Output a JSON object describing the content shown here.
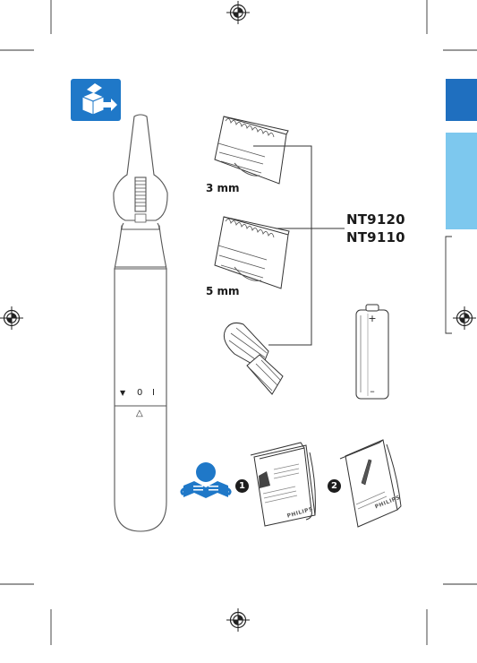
{
  "labels": {
    "comb_small": "3 mm",
    "comb_large": "5 mm",
    "model_1": "NT9120",
    "model_2": "NT9110"
  },
  "switch": {
    "arrow": "▼",
    "off": "0",
    "on": "I",
    "triangle": "△"
  },
  "booklets": {
    "step_1": "1",
    "step_2": "2",
    "brand": "PHILIPS"
  },
  "colors": {
    "accent_blue": "#1f78c8",
    "tab_dark": "#1f6fbf",
    "tab_light": "#7dc8ee"
  },
  "icons": {
    "package_contents": "box-arrow-icon",
    "read_manual": "person-reading-icon",
    "warning": "warning-triangle-icon",
    "registration": "registration-target-icon"
  }
}
